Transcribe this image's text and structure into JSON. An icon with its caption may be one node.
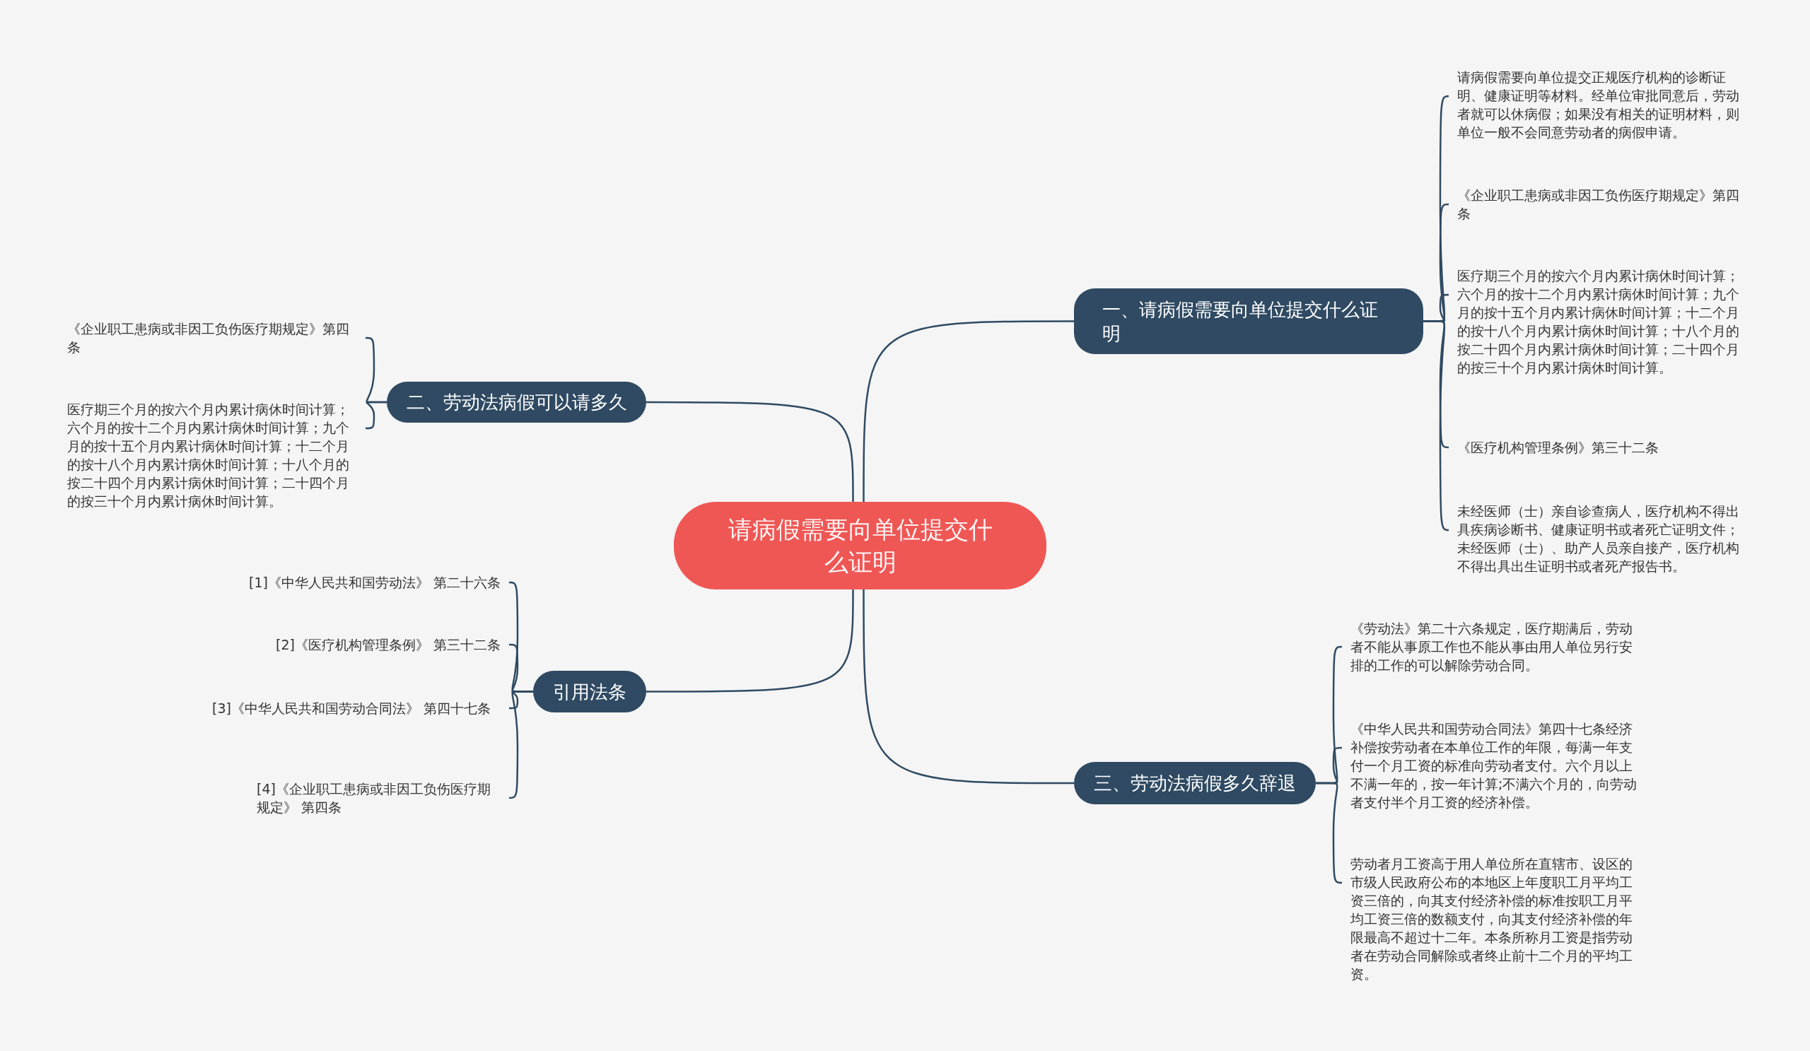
{
  "diagram": {
    "nodes": [
      {
        "text": [
          "请病假需要向单位提交什么证明"
        ]
      },
      {
        "text": [
          "一、请病假需要向单位提交什么证明"
        ]
      },
      {
        "text": [
          "请病假需要向单位提交正规医疗机构的诊断证明、健康证明等材料。经单位审批同意后，劳动者就可以休病假；如果没有相关的证明材料，则单位一般不会同意劳动者的病假申请。"
        ]
      },
      {
        "text": [
          "《企业职工患病或非因工负伤医疗期规定》第四条"
        ]
      },
      {
        "text": [
          "医疗期三个月的按六个月内累计病休时间计算；六个月的按十二个月内累计病休时间计算；九个月的按十五个月内累计病休时间计算；十二个月的按十八个月内累计病休时间计算；十八个月的按二十四个月内累计病休时间计算；二十四个月的按三十个月内累计病休时间计算。"
        ]
      },
      {
        "text": [
          "《医疗机构管理条例》第三十二条"
        ]
      },
      {
        "text": [
          "未经医师（士）亲自诊查病人，医疗机构不得出具疾病诊断书、健康证明书或者死亡证明文件；未经医师（士）、助产人员亲自接产，医疗机构不得出具出生证明书或者死产报告书。"
        ]
      },
      {
        "text": [
          "二、劳动法病假可以请多久"
        ]
      },
      {
        "text": [
          "《企业职工患病或非因工负伤医疗期规定》第四条"
        ]
      },
      {
        "text": [
          "医疗期三个月的按六个月内累计病休时间计算；六个月的按十二个月内累计病休时间计算；九个月的按十五个月内累计病休时间计算；十二个月的按十八个月内累计病休时间计算；十八个月的按二十四个月内累计病休时间计算；二十四个月的按三十个月内累计病休时间计算。"
        ]
      },
      {
        "text": [
          "引用法条"
        ]
      },
      {
        "text": [
          "[1]《中华人民共和国劳动法》 第二十六条"
        ]
      },
      {
        "text": [
          "[2]《医疗机构管理条例》 第三十二条"
        ]
      },
      {
        "text": [
          "[3]《中华人民共和国劳动合同法》 第四十七条"
        ]
      },
      {
        "text": [
          "[4]《企业职工患病或非因工负伤医疗期规定》 第四条"
        ]
      },
      {
        "text": [
          "三、劳动法病假多久辞退"
        ]
      },
      {
        "text": [
          "《劳动法》第二十六条规定，医疗期满后，劳动者不能从事原工作也不能从事由用人单位另行安排的工作的可以解除劳动合同。"
        ]
      },
      {
        "text": [
          "《中华人民共和国劳动合同法》第四十七条经济补偿按劳动者在本单位工作的年限，每满一年支付一个月工资的标准向劳动者支付。六个月以上不满一年的，按一年计算;不满六个月的，向劳动者支付半个月工资的经济补偿。"
        ]
      },
      {
        "text": [
          "劳动者月工资高于用人单位所在直辖市、设区的市级人民政府公布的本地区上年度职工月平均工资三倍的，向其支付经济补偿的标准按职工月平均工资三倍的数额支付，向其支付经济补偿的年限最高不超过十二年。本条所称月工资是指劳动者在劳动合同解除或者终止前十二个月的平均工资。"
        ]
      }
    ],
    "edges": [
      {
        "from": 0,
        "to": 1,
        "arrow": "none"
      },
      {
        "from": 1,
        "to": 2,
        "arrow": "none"
      },
      {
        "from": 1,
        "to": 3,
        "arrow": "none"
      },
      {
        "from": 1,
        "to": 4,
        "arrow": "none"
      },
      {
        "from": 1,
        "to": 5,
        "arrow": "none"
      },
      {
        "from": 1,
        "to": 6,
        "arrow": "none"
      },
      {
        "from": 0,
        "to": 7,
        "arrow": "none"
      },
      {
        "from": 7,
        "to": 8,
        "arrow": "none"
      },
      {
        "from": 7,
        "to": 9,
        "arrow": "none"
      },
      {
        "from": 0,
        "to": 10,
        "arrow": "none"
      },
      {
        "from": 10,
        "to": 11,
        "arrow": "none"
      },
      {
        "from": 10,
        "to": 12,
        "arrow": "none"
      },
      {
        "from": 10,
        "to": 13,
        "arrow": "none"
      },
      {
        "from": 10,
        "to": 14,
        "arrow": "none"
      },
      {
        "from": 0,
        "to": 15,
        "arrow": "none"
      },
      {
        "from": 15,
        "to": 16,
        "arrow": "none"
      },
      {
        "from": 15,
        "to": 17,
        "arrow": "none"
      },
      {
        "from": 15,
        "to": 18,
        "arrow": "none"
      }
    ]
  }
}
